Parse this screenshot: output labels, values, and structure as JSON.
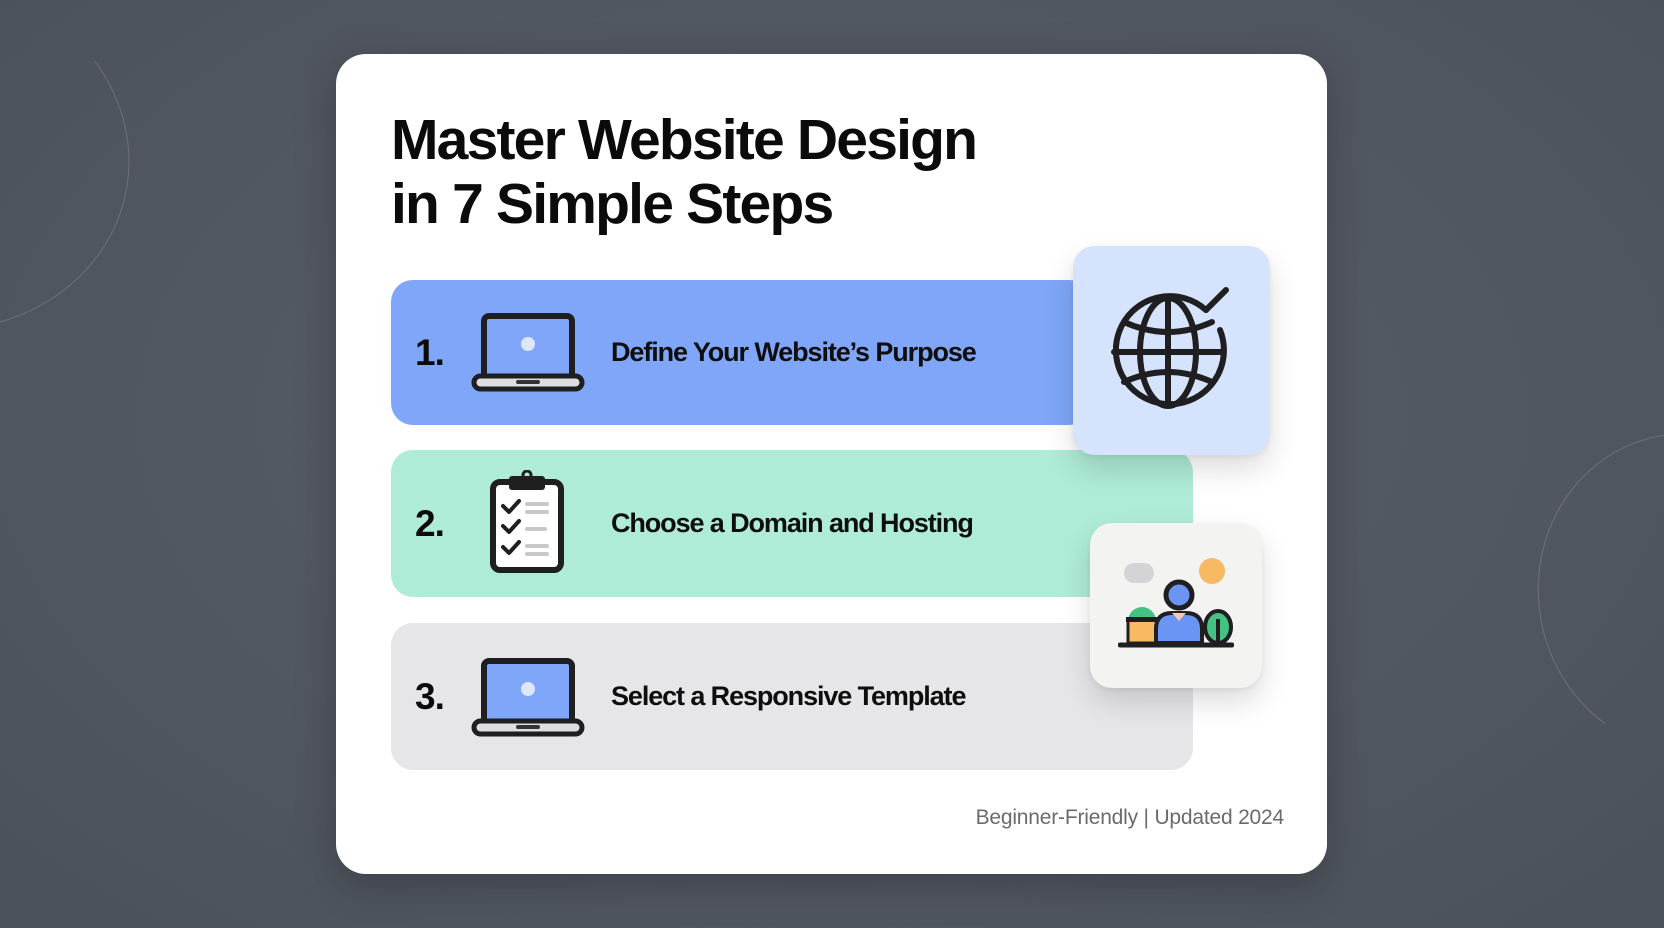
{
  "title": {
    "line1": "Master Website Design",
    "line2": "in 7 Simple Steps"
  },
  "steps": [
    {
      "number": "1.",
      "label": "Define Your Website’s Purpose",
      "icon": "laptop-icon",
      "color": "#7fa6f8"
    },
    {
      "number": "2.",
      "label": "Choose a Domain and Hosting",
      "icon": "clipboard-checklist-icon",
      "color": "#aeecd7"
    },
    {
      "number": "3.",
      "label": "Select a Responsive Template",
      "icon": "laptop-icon",
      "color": "#e6e6e8"
    }
  ],
  "side_cards": [
    {
      "icon": "globe-icon",
      "color": "#d5e4fc"
    },
    {
      "icon": "person-workspace-icon",
      "color": "#f3f3f2"
    }
  ],
  "footer": "Beginner-Friendly | Updated 2024",
  "colors": {
    "background": "#525862",
    "card": "#ffffff",
    "text": "#0b0b0b",
    "footer_text": "#6b6b6b"
  }
}
